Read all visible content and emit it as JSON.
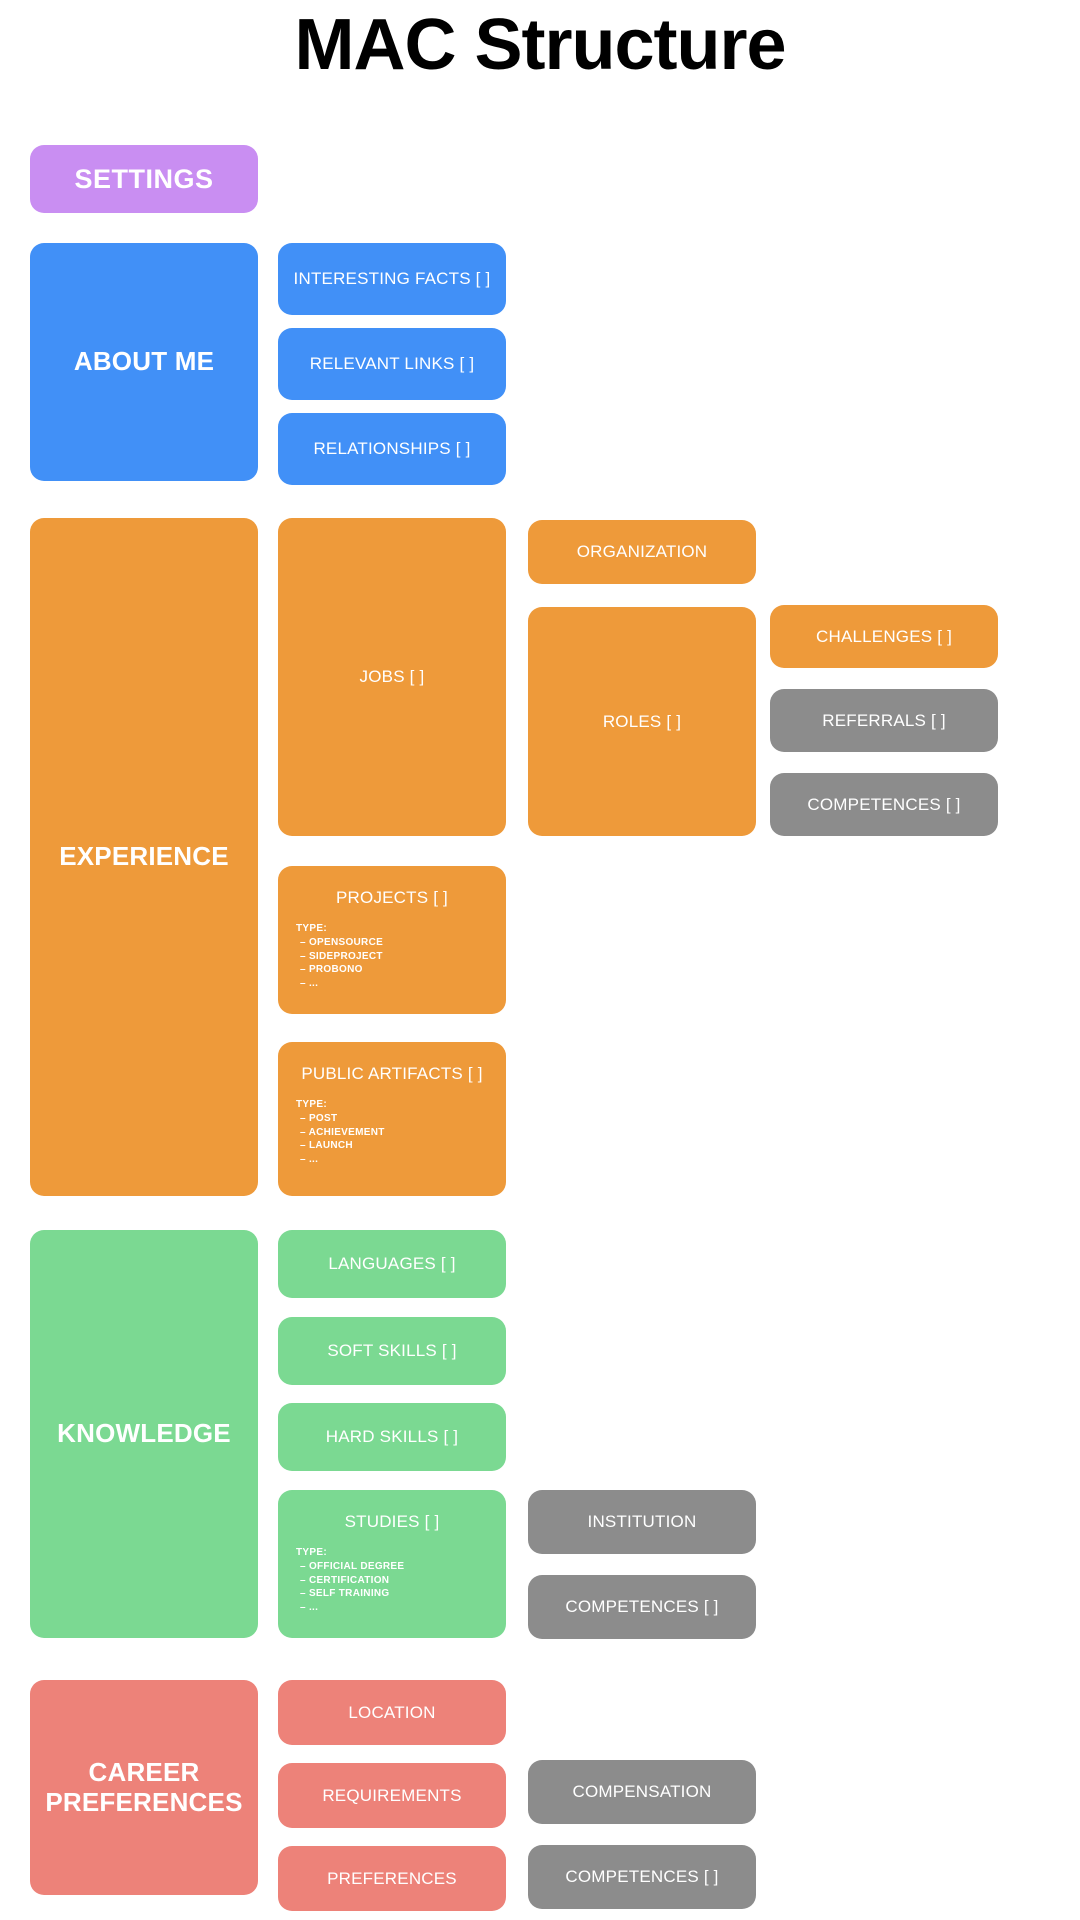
{
  "title": "MAC Structure",
  "colors": {
    "settings": "#c98ef2",
    "about_me": "#4190f7",
    "experience": "#ee9a3a",
    "knowledge": "#7bd992",
    "career_preferences": "#ed8279",
    "external": "#8c8c8c",
    "background": "#ffffff",
    "text": "#ffffff",
    "title_text": "#000000"
  },
  "sections": {
    "settings": {
      "label": "SETTINGS"
    },
    "about_me": {
      "label": "ABOUT ME",
      "children": [
        {
          "label": "INTERESTING FACTS [ ]"
        },
        {
          "label": "RELEVANT LINKS [ ]"
        },
        {
          "label": "RELATIONSHIPS [ ]"
        }
      ]
    },
    "experience": {
      "label": "EXPERIENCE",
      "jobs": {
        "label": "JOBS [ ]"
      },
      "organization": {
        "label": "ORGANIZATION"
      },
      "roles": {
        "label": "ROLES [ ]"
      },
      "challenges": {
        "label": "CHALLENGES [ ]"
      },
      "referrals": {
        "label": "REFERRALS [ ]"
      },
      "competences": {
        "label": "COMPETENCES [ ]"
      },
      "projects": {
        "label": "PROJECTS [ ]",
        "type_head": "TYPE:",
        "type_items": [
          "–  OPENSOURCE",
          "–  SIDEPROJECT",
          "–  PROBONO",
          "–  ..."
        ]
      },
      "public_artifacts": {
        "label": "PUBLIC ARTIFACTS [ ]",
        "type_head": "TYPE:",
        "type_items": [
          "–  POST",
          "–  ACHIEVEMENT",
          "–  LAUNCH",
          "–  ..."
        ]
      }
    },
    "knowledge": {
      "label": "KNOWLEDGE",
      "languages": {
        "label": "LANGUAGES [ ]"
      },
      "soft_skills": {
        "label": "SOFT SKILLS [ ]"
      },
      "hard_skills": {
        "label": "HARD SKILLS [ ]"
      },
      "studies": {
        "label": "STUDIES [ ]",
        "type_head": "TYPE:",
        "type_items": [
          "–  OFFICIAL DEGREE",
          "–  CERTIFICATION",
          "–  SELF TRAINING",
          "–  ..."
        ]
      },
      "institution": {
        "label": "INSTITUTION"
      },
      "competences": {
        "label": "COMPETENCES [ ]"
      }
    },
    "career_preferences": {
      "label": "CAREER\nPREFERENCES",
      "location": {
        "label": "LOCATION"
      },
      "requirements": {
        "label": "REQUIREMENTS"
      },
      "preferences": {
        "label": "PREFERENCES"
      },
      "compensation": {
        "label": "COMPENSATION"
      },
      "competences": {
        "label": "COMPETENCES [ ]"
      }
    }
  }
}
